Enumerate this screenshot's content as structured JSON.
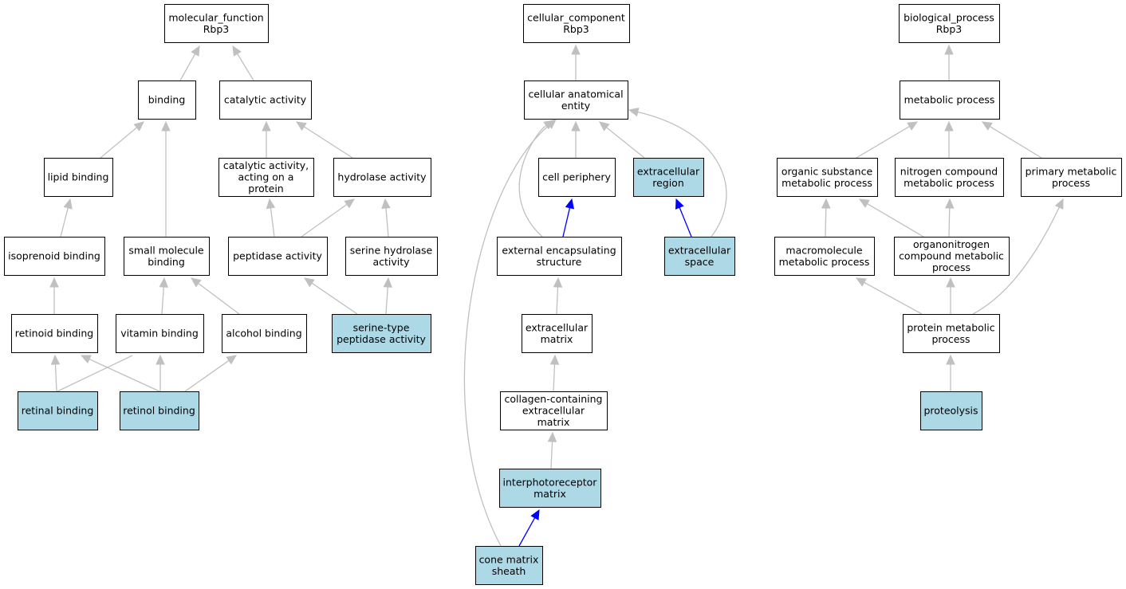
{
  "colors": {
    "default_fill": "#ffffff",
    "highlight_fill": "#add8e6",
    "border": "#000000",
    "edge_gray": "#c0c0c0",
    "edge_blue": "#0000ff"
  },
  "nodes": {
    "mf_root": {
      "lines": [
        "molecular_function",
        "Rbp3"
      ],
      "highlight": false
    },
    "binding": {
      "lines": [
        "binding"
      ],
      "highlight": false
    },
    "catalytic_activity": {
      "lines": [
        "catalytic activity"
      ],
      "highlight": false
    },
    "lipid_binding": {
      "lines": [
        "lipid binding"
      ],
      "highlight": false
    },
    "cat_protein": {
      "lines": [
        "catalytic activity,",
        "acting on a",
        "protein"
      ],
      "highlight": false
    },
    "hydrolase_activity": {
      "lines": [
        "hydrolase activity"
      ],
      "highlight": false
    },
    "isoprenoid_binding": {
      "lines": [
        "isoprenoid binding"
      ],
      "highlight": false
    },
    "small_molecule_binding": {
      "lines": [
        "small molecule",
        "binding"
      ],
      "highlight": false
    },
    "peptidase_activity": {
      "lines": [
        "peptidase activity"
      ],
      "highlight": false
    },
    "serine_hydrolase": {
      "lines": [
        "serine hydrolase",
        "activity"
      ],
      "highlight": false
    },
    "retinoid_binding": {
      "lines": [
        "retinoid binding"
      ],
      "highlight": false
    },
    "vitamin_binding": {
      "lines": [
        "vitamin binding"
      ],
      "highlight": false
    },
    "alcohol_binding": {
      "lines": [
        "alcohol binding"
      ],
      "highlight": false
    },
    "serine_peptidase": {
      "lines": [
        "serine-type",
        "peptidase activity"
      ],
      "highlight": true
    },
    "retinal_binding": {
      "lines": [
        "retinal binding"
      ],
      "highlight": true
    },
    "retinol_binding": {
      "lines": [
        "retinol binding"
      ],
      "highlight": true
    },
    "cc_root": {
      "lines": [
        "cellular_component",
        "Rbp3"
      ],
      "highlight": false
    },
    "cell_anat": {
      "lines": [
        "cellular anatomical",
        "entity"
      ],
      "highlight": false
    },
    "cell_periphery": {
      "lines": [
        "cell periphery"
      ],
      "highlight": false
    },
    "extracellular_region": {
      "lines": [
        "extracellular",
        "region"
      ],
      "highlight": true
    },
    "ext_encaps": {
      "lines": [
        "external encapsulating",
        "structure"
      ],
      "highlight": false
    },
    "extracellular_space": {
      "lines": [
        "extracellular",
        "space"
      ],
      "highlight": true
    },
    "extracellular_matrix": {
      "lines": [
        "extracellular",
        "matrix"
      ],
      "highlight": false
    },
    "collagen_matrix": {
      "lines": [
        "collagen-containing",
        "extracellular",
        "matrix"
      ],
      "highlight": false
    },
    "interphotoreceptor": {
      "lines": [
        "interphotoreceptor",
        "matrix"
      ],
      "highlight": true
    },
    "cone_matrix": {
      "lines": [
        "cone matrix",
        "sheath"
      ],
      "highlight": true
    },
    "bp_root": {
      "lines": [
        "biological_process",
        "Rbp3"
      ],
      "highlight": false
    },
    "metabolic_process": {
      "lines": [
        "metabolic process"
      ],
      "highlight": false
    },
    "organic_substance": {
      "lines": [
        "organic substance",
        "metabolic process"
      ],
      "highlight": false
    },
    "nitrogen_compound": {
      "lines": [
        "nitrogen compound",
        "metabolic process"
      ],
      "highlight": false
    },
    "primary_metabolic": {
      "lines": [
        "primary metabolic",
        "process"
      ],
      "highlight": false
    },
    "macromolecule": {
      "lines": [
        "macromolecule",
        "metabolic process"
      ],
      "highlight": false
    },
    "organonitrogen": {
      "lines": [
        "organonitrogen",
        "compound metabolic",
        "process"
      ],
      "highlight": false
    },
    "protein_metabolic": {
      "lines": [
        "protein metabolic",
        "process"
      ],
      "highlight": false
    },
    "proteolysis": {
      "lines": [
        "proteolysis"
      ],
      "highlight": true
    }
  },
  "edges": [
    {
      "from": "binding",
      "to": "mf_root",
      "color": "gray"
    },
    {
      "from": "catalytic_activity",
      "to": "mf_root",
      "color": "gray"
    },
    {
      "from": "lipid_binding",
      "to": "binding",
      "color": "gray"
    },
    {
      "from": "small_molecule_binding",
      "to": "binding",
      "color": "gray"
    },
    {
      "from": "cat_protein",
      "to": "catalytic_activity",
      "color": "gray"
    },
    {
      "from": "hydrolase_activity",
      "to": "catalytic_activity",
      "color": "gray"
    },
    {
      "from": "isoprenoid_binding",
      "to": "lipid_binding",
      "color": "gray"
    },
    {
      "from": "peptidase_activity",
      "to": "cat_protein",
      "color": "gray"
    },
    {
      "from": "peptidase_activity",
      "to": "hydrolase_activity",
      "color": "gray"
    },
    {
      "from": "serine_hydrolase",
      "to": "hydrolase_activity",
      "color": "gray"
    },
    {
      "from": "retinoid_binding",
      "to": "isoprenoid_binding",
      "color": "gray"
    },
    {
      "from": "vitamin_binding",
      "to": "small_molecule_binding",
      "color": "gray"
    },
    {
      "from": "alcohol_binding",
      "to": "small_molecule_binding",
      "color": "gray"
    },
    {
      "from": "serine_peptidase",
      "to": "peptidase_activity",
      "color": "gray"
    },
    {
      "from": "serine_peptidase",
      "to": "serine_hydrolase",
      "color": "gray"
    },
    {
      "from": "retinal_binding",
      "to": "retinoid_binding",
      "color": "gray"
    },
    {
      "from": "retinal_binding",
      "to": "vitamin_binding",
      "color": "gray"
    },
    {
      "from": "retinol_binding",
      "to": "retinoid_binding",
      "color": "gray"
    },
    {
      "from": "retinol_binding",
      "to": "vitamin_binding",
      "color": "gray"
    },
    {
      "from": "retinol_binding",
      "to": "alcohol_binding",
      "color": "gray"
    },
    {
      "from": "cell_anat",
      "to": "cc_root",
      "color": "gray"
    },
    {
      "from": "cell_periphery",
      "to": "cell_anat",
      "color": "gray"
    },
    {
      "from": "extracellular_region",
      "to": "cell_anat",
      "color": "gray"
    },
    {
      "from": "ext_encaps",
      "to": "cell_anat",
      "color": "gray"
    },
    {
      "from": "ext_encaps",
      "to": "cell_periphery",
      "color": "blue"
    },
    {
      "from": "extracellular_space",
      "to": "extracellular_region",
      "color": "blue"
    },
    {
      "from": "extracellular_space",
      "to": "cell_anat",
      "color": "gray"
    },
    {
      "from": "extracellular_matrix",
      "to": "ext_encaps",
      "color": "gray"
    },
    {
      "from": "collagen_matrix",
      "to": "extracellular_matrix",
      "color": "gray"
    },
    {
      "from": "interphotoreceptor",
      "to": "collagen_matrix",
      "color": "gray"
    },
    {
      "from": "cone_matrix",
      "to": "interphotoreceptor",
      "color": "blue"
    },
    {
      "from": "cone_matrix",
      "to": "cell_anat",
      "color": "gray"
    },
    {
      "from": "metabolic_process",
      "to": "bp_root",
      "color": "gray"
    },
    {
      "from": "organic_substance",
      "to": "metabolic_process",
      "color": "gray"
    },
    {
      "from": "nitrogen_compound",
      "to": "metabolic_process",
      "color": "gray"
    },
    {
      "from": "primary_metabolic",
      "to": "metabolic_process",
      "color": "gray"
    },
    {
      "from": "macromolecule",
      "to": "organic_substance",
      "color": "gray"
    },
    {
      "from": "organonitrogen",
      "to": "organic_substance",
      "color": "gray"
    },
    {
      "from": "organonitrogen",
      "to": "nitrogen_compound",
      "color": "gray"
    },
    {
      "from": "protein_metabolic",
      "to": "macromolecule",
      "color": "gray"
    },
    {
      "from": "protein_metabolic",
      "to": "organonitrogen",
      "color": "gray"
    },
    {
      "from": "protein_metabolic",
      "to": "primary_metabolic",
      "color": "gray"
    },
    {
      "from": "proteolysis",
      "to": "protein_metabolic",
      "color": "gray"
    }
  ]
}
